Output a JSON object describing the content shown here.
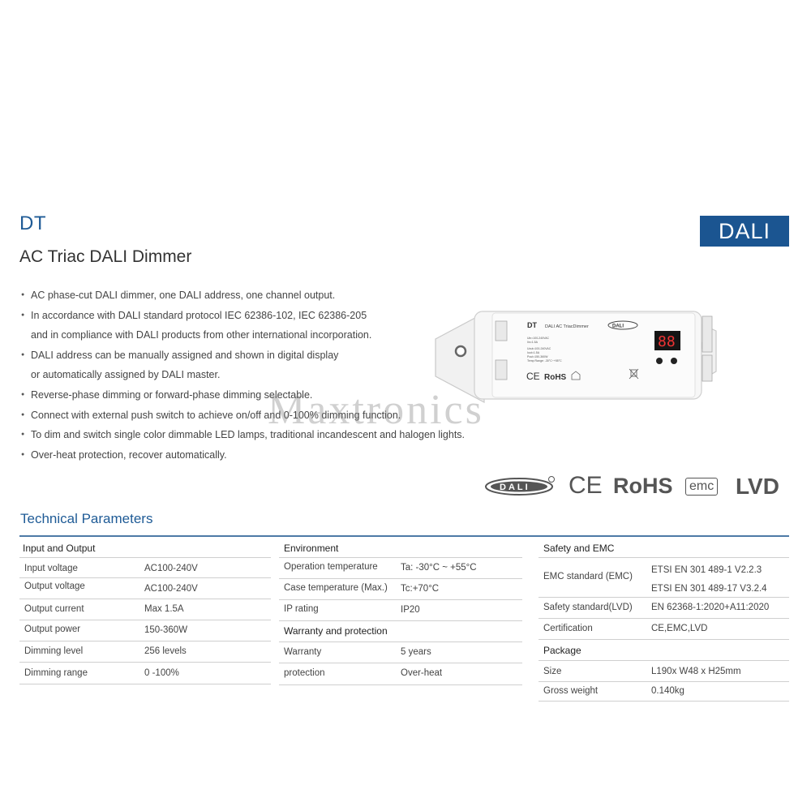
{
  "header": {
    "model": "DT",
    "title": "AC Triac DALI Dimmer",
    "badge": "DALI"
  },
  "features": [
    [
      "AC phase-cut DALI dimmer, one DALI address, one channel output."
    ],
    [
      "In accordance with DALI standard protocol IEC 62386-102, IEC 62386-205",
      "and in compliance with DALI products from other international incorporation."
    ],
    [
      "DALI address can be manually assigned and shown in digital display",
      "or automatically assigned by DALI master."
    ],
    [
      "Reverse-phase dimming or forward-phase dimming selectable."
    ],
    [
      "Connect with external push switch to achieve on/off and 0-100% dimming function."
    ],
    [
      "To dim and switch single color dimmable LED lamps, traditional incandescent and halogen lights."
    ],
    [
      "Over-heat protection, recover automatically."
    ]
  ],
  "product_label": {
    "model": "DT",
    "name": "DALI AC TriacDimmer",
    "input": "Uin=100-240VAC",
    "input_current": "Iin=1.5A",
    "output": "Uout=100-240VAC",
    "output_current": "Iout=1.5A",
    "power": "Pout=150-360W",
    "temp": "Temp Range: -30°C~+55°C",
    "display": "88",
    "ce": "CE",
    "rohs": "RoHS",
    "dali_logo": "DALI"
  },
  "watermark": "Maxtronics",
  "certifications": {
    "dali": "DALI",
    "ce": "CE",
    "rohs": "RoHS",
    "emc": "emc",
    "lvd": "LVD"
  },
  "technical": {
    "title": "Technical Parameters",
    "input_output": {
      "heading": "Input and Output",
      "rows": [
        [
          "Input voltage",
          "AC100-240V"
        ],
        [
          "Output voltage",
          "AC100-240V"
        ],
        [
          "Output current",
          "Max 1.5A"
        ],
        [
          "Output power",
          "150-360W"
        ],
        [
          "Dimming level",
          "256 levels"
        ],
        [
          "Dimming range",
          "0 -100%"
        ]
      ]
    },
    "environment": {
      "heading": "Environment",
      "rows": [
        [
          "Operation temperature",
          "Ta: -30°C ~ +55°C"
        ],
        [
          "Case temperature (Max.)",
          "Tc:+70°C"
        ],
        [
          "IP rating",
          "IP20"
        ]
      ]
    },
    "warranty": {
      "heading": "Warranty and protection",
      "rows": [
        [
          "Warranty",
          "5 years"
        ],
        [
          "protection",
          "Over-heat"
        ]
      ]
    },
    "safety": {
      "heading": "Safety and EMC",
      "emc_label": "EMC standard (EMC)",
      "emc_values": [
        "ETSI EN 301 489-1 V2.2.3",
        "ETSI EN 301 489-17 V3.2.4"
      ],
      "rows": [
        [
          "Safety standard(LVD)",
          "EN 62368-1:2020+A11:2020"
        ],
        [
          "Certification",
          "CE,EMC,LVD"
        ]
      ]
    },
    "package": {
      "heading": "Package",
      "rows": [
        [
          "Size",
          "L190x W48 x H25mm"
        ],
        [
          "Gross weight",
          "0.140kg"
        ]
      ]
    }
  }
}
